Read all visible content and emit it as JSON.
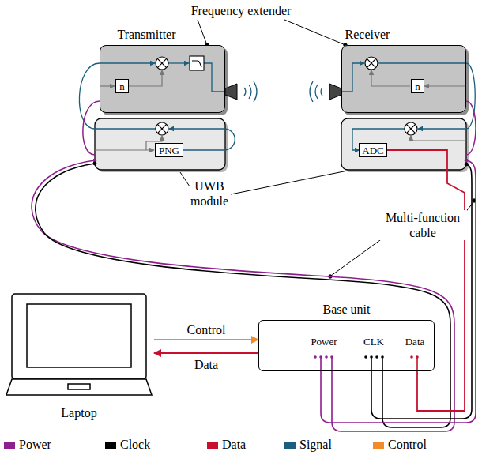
{
  "diagram": {
    "nodes": [
      {
        "text": [
          "Transmitter"
        ]
      },
      {
        "text": [
          "n"
        ],
        "in": 0
      },
      {
        "text": [
          "Receiver"
        ]
      },
      {
        "text": [
          "n"
        ],
        "in": 2
      },
      {
        "text": [
          "PNG"
        ]
      },
      {
        "text": [
          "ADC"
        ]
      },
      {
        "text": [
          "Laptop"
        ]
      },
      {
        "text": [
          "Base unit"
        ]
      }
    ],
    "edges": [
      {
        "from": 6,
        "to": 7,
        "label": "Control",
        "arrow": "to"
      },
      {
        "from": 7,
        "to": 6,
        "label": "Data",
        "arrow": "to"
      },
      {
        "from": 5,
        "to": 7,
        "arrow": "none"
      }
    ],
    "labels": [
      "Frequency extender",
      "UWB module",
      "Multi-function cable",
      "Power",
      "CLK",
      "Data"
    ],
    "legend": [
      {
        "text": "Power",
        "color": "#8e1f8e"
      },
      {
        "text": "Clock",
        "color": "#000000"
      },
      {
        "text": "Data",
        "color": "#c8102e"
      },
      {
        "text": "Signal",
        "color": "#1b5e7d"
      },
      {
        "text": "Control",
        "color": "#f28c28"
      }
    ]
  }
}
